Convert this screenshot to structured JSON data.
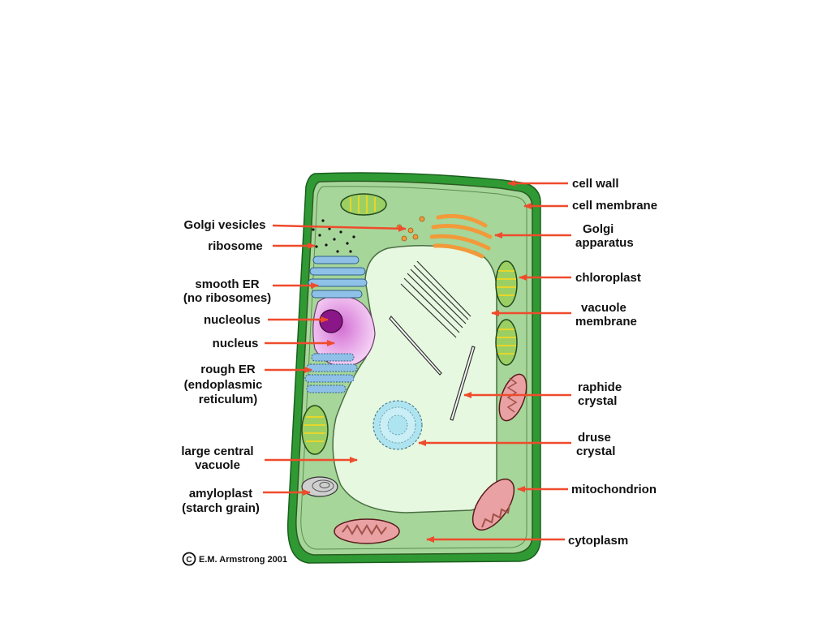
{
  "colors": {
    "cell_wall": "#2f9a33",
    "cytoplasm": "#a6d69a",
    "vacuole": "#e6f8e0",
    "arrow": "#ef4b2c",
    "golgi": "#f29a3a",
    "er": "#8fc1e8",
    "nucleus": "#e9a6e8",
    "nucleolus": "#8a1688",
    "chloroplast": "#9ccf63",
    "mitochondrion": "#e9a1a3",
    "druse": "#aee3f0"
  },
  "labels_left": {
    "golgi_vesicles": "Golgi vesicles",
    "ribosome": "ribosome",
    "smooth_er_1": "smooth ER",
    "smooth_er_2": "(no ribosomes)",
    "nucleolus": "nucleolus",
    "nucleus": "nucleus",
    "rough_er_1": "rough ER",
    "rough_er_2": "(endoplasmic",
    "rough_er_3": "reticulum)",
    "vacuole_1": "large central",
    "vacuole_2": "vacuole",
    "amyloplast_1": "amyloplast",
    "amyloplast_2": "(starch grain)"
  },
  "labels_right": {
    "cell_wall": "cell wall",
    "cell_membrane": "cell membrane",
    "golgi_1": "Golgi",
    "golgi_2": "apparatus",
    "chloroplast": "chloroplast",
    "vac_membrane_1": "vacuole",
    "vac_membrane_2": "membrane",
    "raphide_1": "raphide",
    "raphide_2": "crystal",
    "druse_1": "druse",
    "druse_2": "crystal",
    "mitochondrion": "mitochondrion",
    "cytoplasm": "cytoplasm"
  },
  "credit": {
    "symbol": "C",
    "text": "E.M. Armstrong 2001"
  }
}
